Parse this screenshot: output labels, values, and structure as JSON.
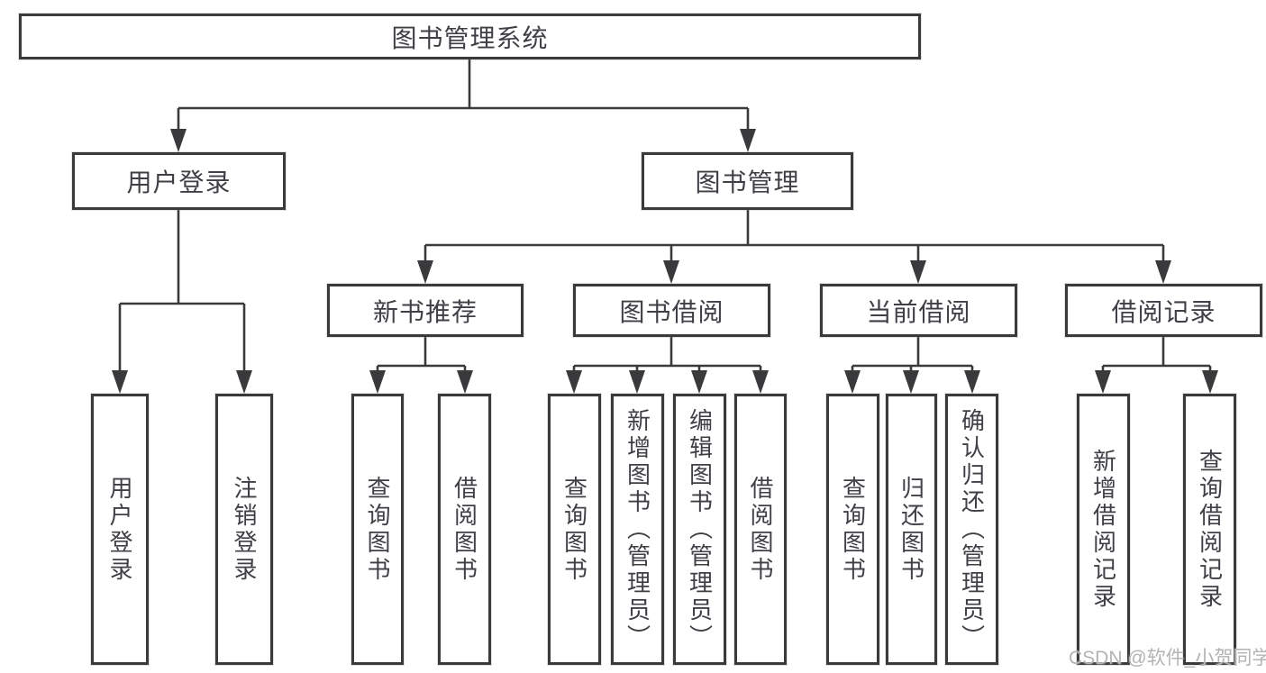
{
  "tree": {
    "root": "图书管理系统",
    "user_login": {
      "label": "用户登录",
      "children": [
        "用户登录",
        "注销登录"
      ]
    },
    "book_mgmt": {
      "label": "图书管理",
      "groups": [
        {
          "label": "新书推荐",
          "children": [
            "查询图书",
            "借阅图书"
          ]
        },
        {
          "label": "图书借阅",
          "children": [
            "查询图书",
            "新增图书（管理员）",
            "编辑图书（管理员）",
            "借阅图书"
          ]
        },
        {
          "label": "当前借阅",
          "children": [
            "查询图书",
            "归还图书",
            "确认归还（管理员）"
          ]
        },
        {
          "label": "借阅记录",
          "children": [
            "新增借阅记录",
            "查询借阅记录"
          ]
        }
      ]
    }
  },
  "watermark": "CSDN @软件_小贺同学",
  "colors": {
    "line": "#3a3a3c",
    "text": "#3f3f46",
    "watermark": "#b3b3b3"
  }
}
